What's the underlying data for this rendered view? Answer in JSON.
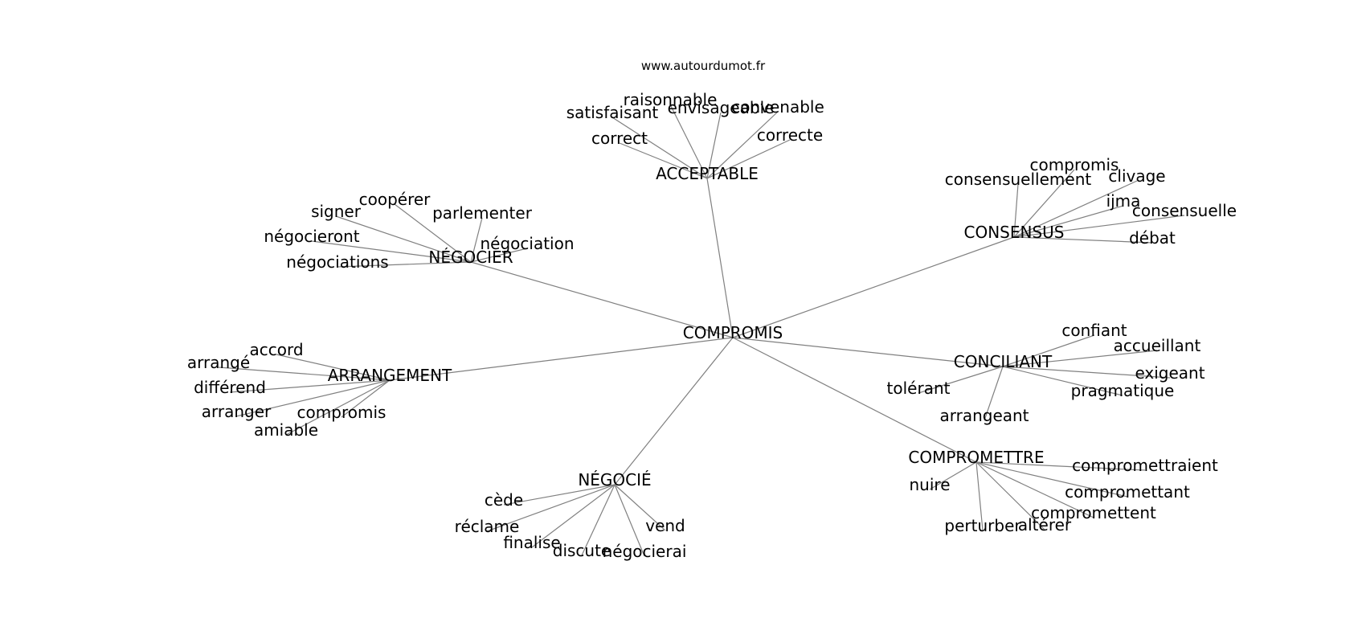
{
  "source": "www.autourdumot.fr",
  "colors": {
    "edge": "#808080",
    "text": "#000000",
    "background": "#ffffff"
  },
  "center": "COMPROMIS",
  "clusters": [
    {
      "hub": "ACCEPTABLE",
      "words": [
        "satisfaisant",
        "raisonnable",
        "envisageable",
        "convenable",
        "correct",
        "correcte"
      ]
    },
    {
      "hub": "CONSENSUS",
      "words": [
        "compromis",
        "consensuellement",
        "clivage",
        "ijma",
        "consensuelle",
        "débat"
      ]
    },
    {
      "hub": "NÉGOCIER",
      "words": [
        "coopérer",
        "signer",
        "parlementer",
        "négocieront",
        "négociation",
        "négociations"
      ]
    },
    {
      "hub": "ARRANGEMENT",
      "words": [
        "accord",
        "arrangé",
        "différend",
        "arranger",
        "compromis",
        "amiable"
      ]
    },
    {
      "hub": "CONCILIANT",
      "words": [
        "confiant",
        "accueillant",
        "exigeant",
        "tolérant",
        "pragmatique",
        "arrangeant"
      ]
    },
    {
      "hub": "COMPROMETTRE",
      "words": [
        "compromettraient",
        "nuire",
        "compromettant",
        "compromettent",
        "perturber",
        "altérer"
      ]
    },
    {
      "hub": "NÉGOCIÉ",
      "words": [
        "cède",
        "réclame",
        "vend",
        "finalise",
        "discute",
        "négocierai"
      ]
    }
  ]
}
